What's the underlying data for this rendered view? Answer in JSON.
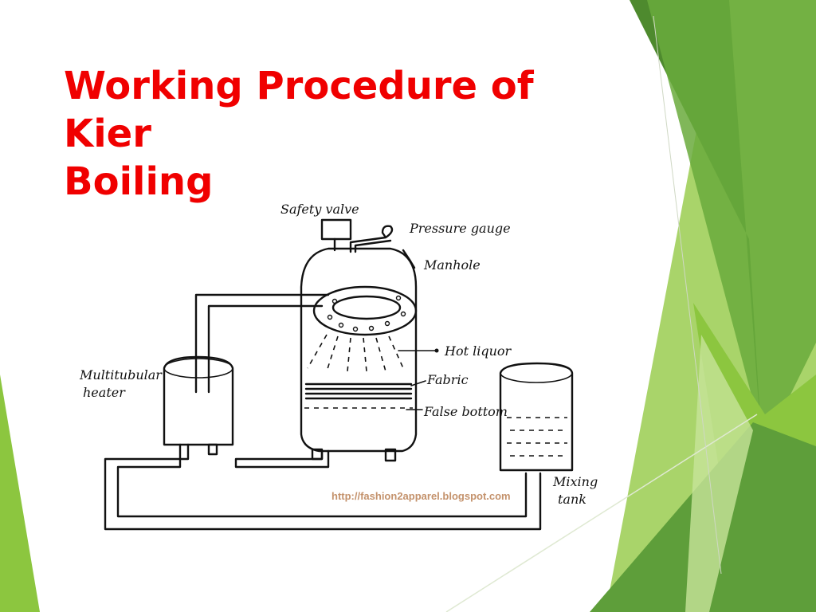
{
  "slide": {
    "title_line1": "Working Procedure of Kier",
    "title_line2": "Boiling"
  },
  "diagram": {
    "labels": {
      "safety_valve": "Safety valve",
      "pressure_gauge": "Pressure gauge",
      "manhole": "Manhole",
      "hot_liquor": "Hot liquor",
      "fabric": "Fabric",
      "false_bottom": "False bottom",
      "multitubular_heater_line1": "Multitubular",
      "multitubular_heater_line2": "heater",
      "mixing_tank_line1": "Mixing",
      "mixing_tank_line2": "tank"
    },
    "watermark": "http://fashion2apparel.blogspot.com"
  },
  "theme": {
    "title_color": "#f00000",
    "accent_greens": [
      "#5e9e3a",
      "#8cc63f",
      "#4a7f2a",
      "#a9d46a"
    ]
  }
}
